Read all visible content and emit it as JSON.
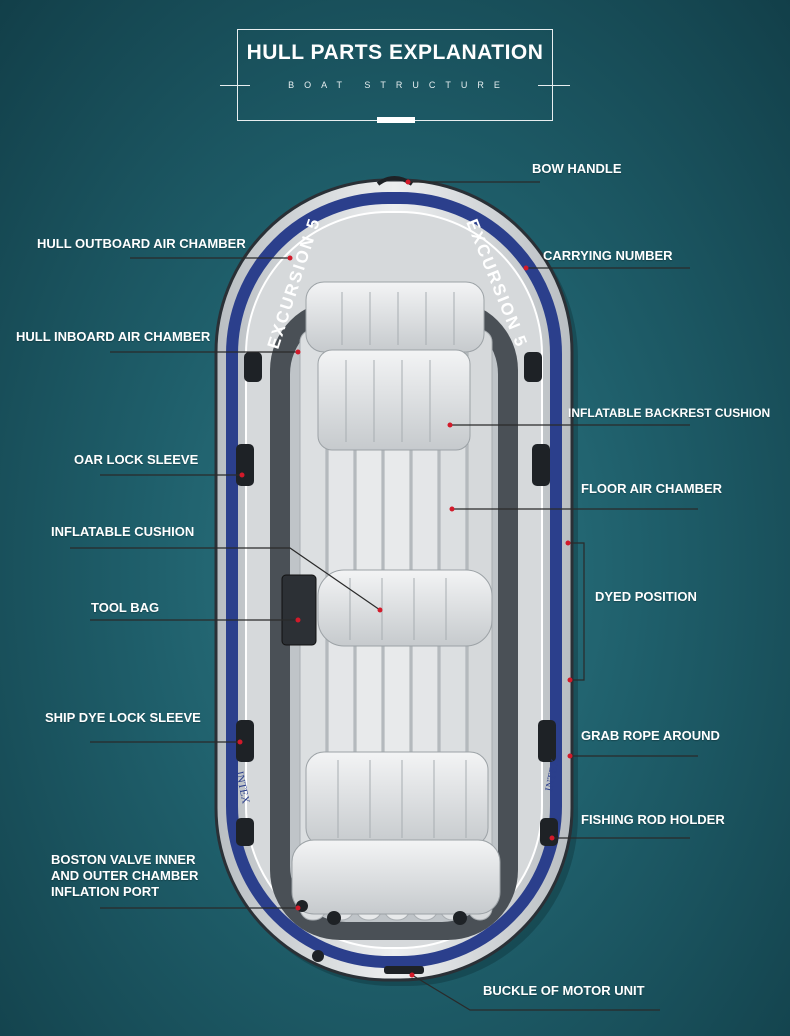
{
  "header": {
    "title": "HULL PARTS EXPLANATION",
    "subtitle": "BOAT STRUCTURE"
  },
  "boat": {
    "name_left": "EXCURSION 5",
    "name_right": "EXCURSION 5",
    "brand": "INTEX"
  },
  "colors": {
    "background": "#1f5f6b",
    "hull": "#d9dcde",
    "stripe_blue": "#2b3f8c",
    "stripe_dark": "#3c4147",
    "leader_line": "#2a2a2a",
    "marker": "#d21a2a"
  },
  "labels": [
    {
      "id": "bow-handle",
      "text": "BOW HANDLE"
    },
    {
      "id": "hull-outboard-air-chamber",
      "text": "HULL OUTBOARD AIR CHAMBER"
    },
    {
      "id": "carrying-number",
      "text": "CARRYING NUMBER"
    },
    {
      "id": "hull-inboard-air-chamber",
      "text": "HULL INBOARD AIR CHAMBER"
    },
    {
      "id": "inflatable-backrest-cushion",
      "text": "INFLATABLE BACKREST CUSHION"
    },
    {
      "id": "oar-lock-sleeve",
      "text": "OAR LOCK SLEEVE"
    },
    {
      "id": "floor-air-chamber",
      "text": "FLOOR AIR CHAMBER"
    },
    {
      "id": "inflatable-cushion",
      "text": "INFLATABLE CUSHION"
    },
    {
      "id": "dyed-position",
      "text": "DYED POSITION"
    },
    {
      "id": "tool-bag",
      "text": "TOOL BAG"
    },
    {
      "id": "ship-dye-lock-sleeve",
      "text": "SHIP DYE LOCK SLEEVE"
    },
    {
      "id": "grab-rope-around",
      "text": "GRAB ROPE AROUND"
    },
    {
      "id": "fishing-rod-holder",
      "text": "FISHING ROD HOLDER"
    },
    {
      "id": "boston-valve",
      "text": "BOSTON VALVE INNER\nAND OUTER CHAMBER\nINFLATION PORT"
    },
    {
      "id": "buckle-of-motor-unit",
      "text": "BUCKLE OF MOTOR UNIT"
    }
  ]
}
